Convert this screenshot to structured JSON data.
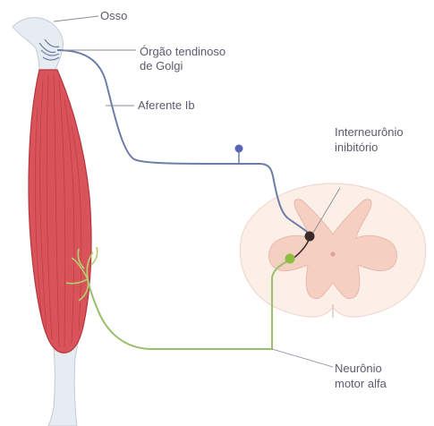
{
  "labels": {
    "bone": "Osso",
    "golgi_line1": "Órgão tendinoso",
    "golgi_line2": "de Golgi",
    "afferent": "Aferente Ib",
    "interneuron_line1": "Interneurônio",
    "interneuron_line2": "inibitório",
    "motor_line1": "Neurônio",
    "motor_line2": "motor alfa"
  },
  "colors": {
    "muscle": "#d9545a",
    "muscle_dark": "#b8333b",
    "tendon": "#e6ecf2",
    "afferent_nerve": "#6c7ea8",
    "motor_nerve": "#9bbf6a",
    "interneuron": "#3a2a28",
    "motor_soma": "#8cbf3f",
    "ganglion": "#5b63b8",
    "spinal_white": "#fbefe8",
    "spinal_gray": "#f4cfc2",
    "label_text": "#5b5b6e",
    "leader_line": "#8a8a9a"
  }
}
